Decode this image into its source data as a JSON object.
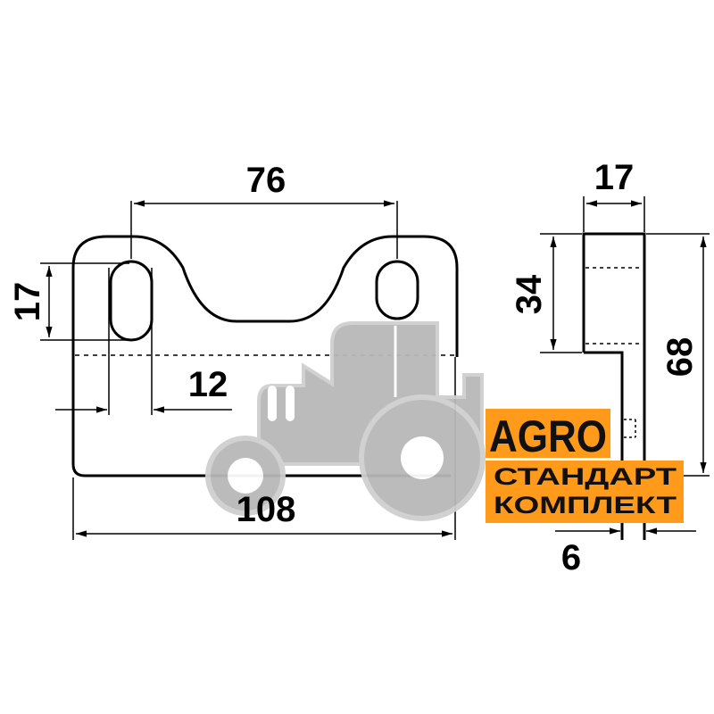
{
  "drawing": {
    "front_view": {
      "top_slot_spacing": "76",
      "slot_length": "17",
      "slot_offset": "12",
      "overall_width": "108"
    },
    "side_view": {
      "thickness_top": "17",
      "step_height": "34",
      "overall_height": "68",
      "thickness_bottom": "6"
    }
  },
  "watermark": {
    "brand": "AGRO",
    "line1": "СТАНДАРТ",
    "line2": "КОМПЛЕКТ",
    "accent": "#ff9a1a",
    "tractor_color": "#b8b8b8"
  }
}
